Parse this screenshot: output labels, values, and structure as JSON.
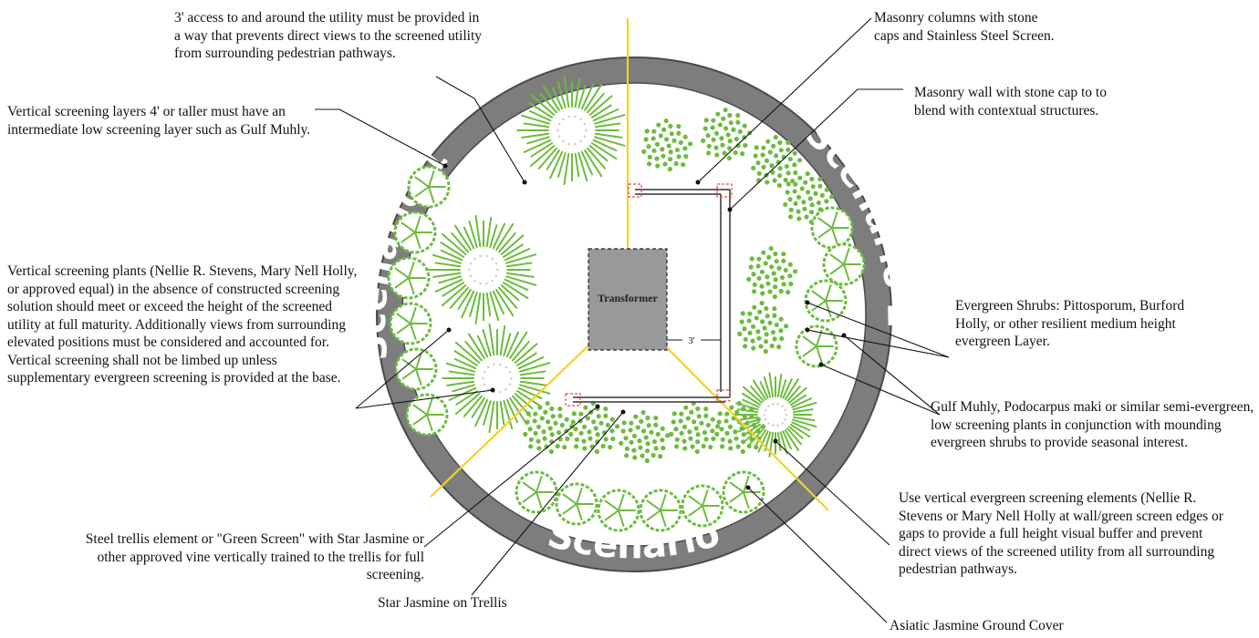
{
  "diagram": {
    "scenario_labels": [
      "Scenario 1",
      "Scenario 2",
      "Scenario 3"
    ],
    "transformer_label": "Transformer",
    "dimension_label": "3'"
  },
  "notes": {
    "access": "3' access to and around the utility must be provided in a way that prevents direct views to the screened utility from surrounding pedestrian pathways.",
    "vertical_layers": "Vertical screening layers 4' or taller must have an intermediate low screening layer such as Gulf Muhly.",
    "vertical_plants": "Vertical screening plants (Nellie R. Stevens, Mary Nell Holly, or approved equal) in the absence of constructed screening solution should meet or exceed the height of the screened utility at full maturity. Additionally views from surrounding elevated positions must be considered and accounted for. Vertical screening shall not be limbed up unless supplementary evergreen screening is provided at the base.",
    "trellis": "Steel trellis element or \"Green Screen\" with Star Jasmine or other approved vine vertically trained to the trellis for full screening.",
    "star_jasmine": "Star Jasmine on Trellis",
    "masonry_columns": "Masonry columns with stone caps and Stainless Steel Screen.",
    "masonry_wall": "Masonry wall with stone cap to to blend with contextual structures.",
    "evergreen_shrubs": "Evergreen Shrubs: Pittosporum, Burford Holly, or other resilient medium height evergreen Layer.",
    "gulf_muhly": "Gulf Muhly, Podocarpus maki or similar semi-evergreen, low screening plants in conjunction with mounding evergreen shrubs to provide seasonal interest.",
    "vertical_elements": "Use vertical evergreen screening elements (Nellie R. Stevens or Mary Nell Holly at wall/green screen edges or gaps to provide a full height visual buffer and prevent direct views of the screened utility from all surrounding pedestrian pathways.",
    "asiatic_jasmine": "Asiatic Jasmine Ground Cover"
  },
  "colors": {
    "ring": "#7d7d7d",
    "ring_outline": "#4a4a4a",
    "plant_green": "#6dbb3f",
    "axis_yellow": "#f2d22b",
    "transformer": "#999999",
    "column_red": "#e0503a"
  }
}
